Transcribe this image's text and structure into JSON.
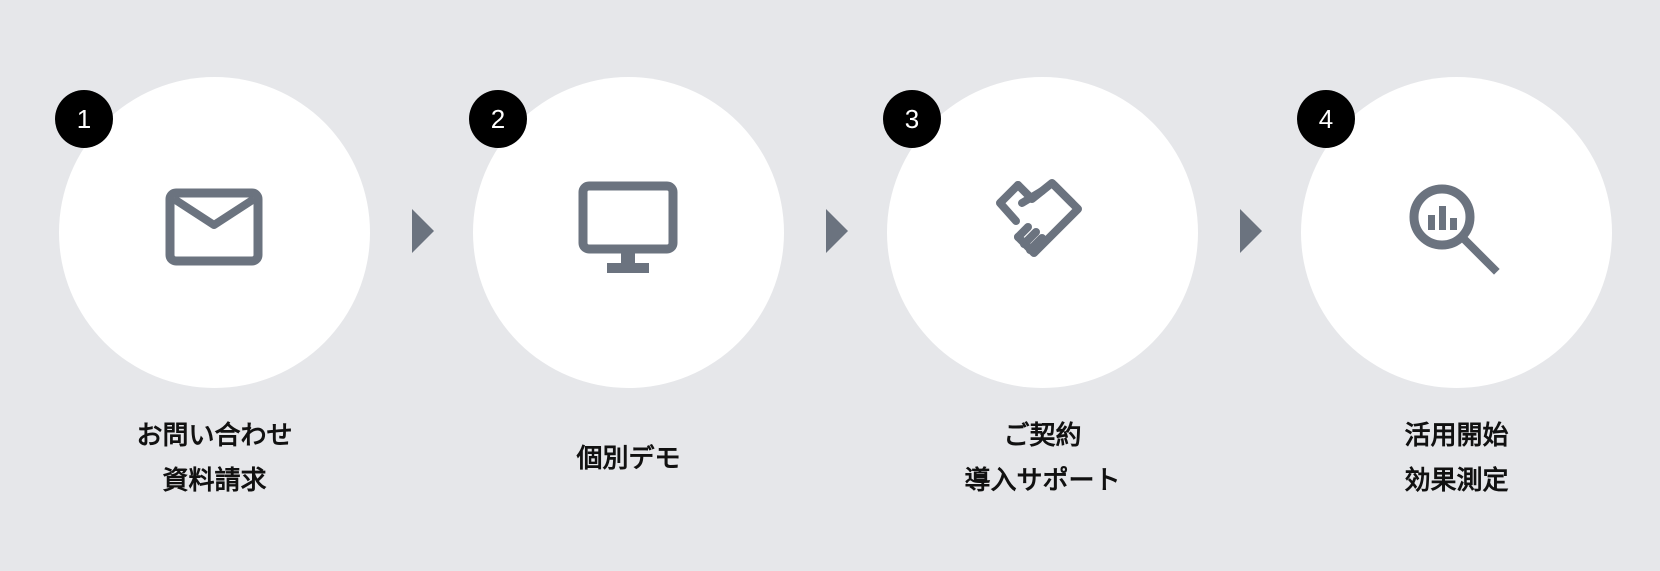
{
  "colors": {
    "background": "#e6e7ea",
    "circle": "#ffffff",
    "badge": "#000000",
    "icon": "#6b737f",
    "text": "#111111"
  },
  "steps": [
    {
      "number": "1",
      "icon": "mail-icon",
      "lines": [
        "お問い合わせ",
        "資料請求"
      ]
    },
    {
      "number": "2",
      "icon": "monitor-icon",
      "lines": [
        "個別デモ"
      ]
    },
    {
      "number": "3",
      "icon": "handshake-icon",
      "lines": [
        "ご契約",
        "導入サポート"
      ]
    },
    {
      "number": "4",
      "icon": "analytics-search-icon",
      "lines": [
        "活用開始",
        "効果測定"
      ]
    }
  ]
}
